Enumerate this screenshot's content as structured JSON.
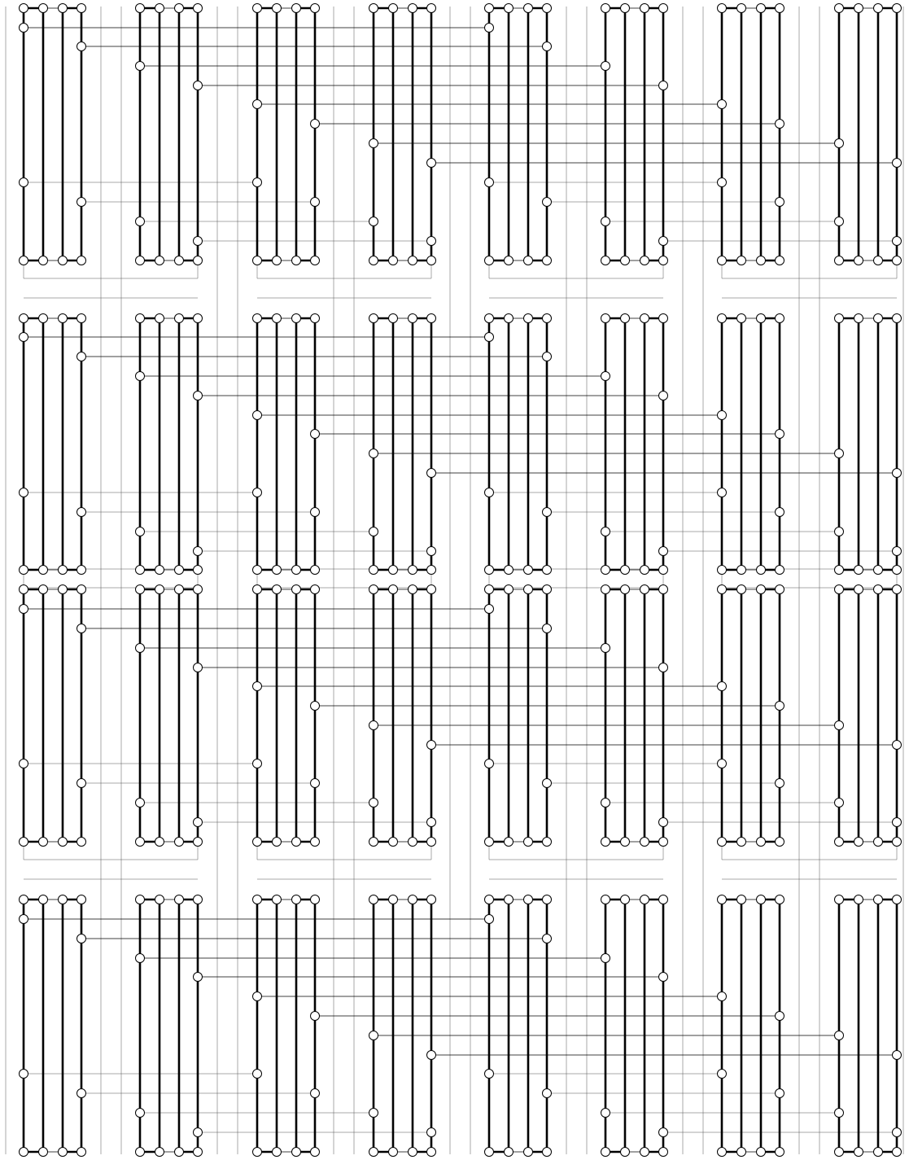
{
  "diagram": {
    "type": "wiring-graph",
    "title": "",
    "block_grid": {
      "rows": 4,
      "block_groups_per_row": 8,
      "wires_per_block": 8
    },
    "colors": {
      "line": "#000000",
      "node_fill": "#ffffff",
      "background": "#ffffff"
    }
  }
}
